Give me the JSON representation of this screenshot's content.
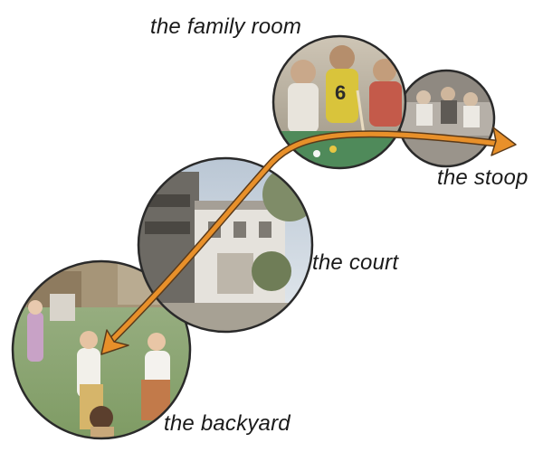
{
  "labels": {
    "family_room": "the family room",
    "stoop": "the stoop",
    "court": "the court",
    "backyard": "the backyard"
  },
  "scenes": {
    "family_room": "photo of people playing pool in a family room",
    "stoop": "photo of people sitting on a stoop",
    "court": "photo of a residential courtyard",
    "backyard": "photo of children in sack race in a backyard"
  },
  "colors": {
    "arrow": "#e8902a",
    "arrow_outline": "#5a3a1a",
    "circle_outline": "#2a2a2a"
  }
}
